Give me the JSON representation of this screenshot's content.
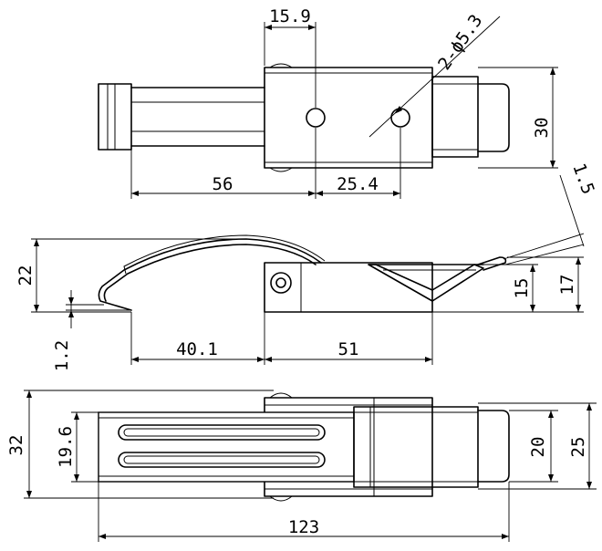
{
  "title": "",
  "dimensions": {
    "top_hole_spacing": "15.9",
    "top_hole_spec": "2-ϕ5.3",
    "top_height": "30",
    "top_length_left": "56",
    "top_length_right": "25.4",
    "side_tip_thickness": "1.5",
    "side_height_total": "22",
    "side_hook_gap": "1.2",
    "side_hook_length": "40.1",
    "side_base_length": "51",
    "side_height_15": "15",
    "side_height_17": "17",
    "bottom_width_outer": "32",
    "bottom_width_inner": "19.6",
    "bottom_width_20": "20",
    "bottom_width_25": "25",
    "bottom_total_length": "123"
  },
  "colors": {
    "line": "#000000",
    "background": "#ffffff"
  }
}
